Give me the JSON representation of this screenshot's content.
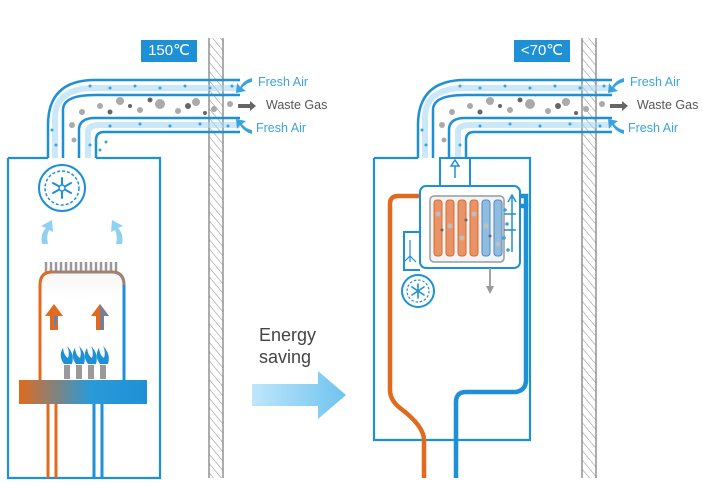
{
  "left_panel": {
    "temperature": "150℃",
    "fresh_air_top": "Fresh Air",
    "waste_gas": "Waste Gas",
    "fresh_air_bottom": "Fresh Air"
  },
  "right_panel": {
    "temperature": "<70℃",
    "fresh_air_top": "Fresh Air",
    "waste_gas": "Waste Gas",
    "fresh_air_bottom": "Fresh Air"
  },
  "middle": {
    "energy_line1": "Energy",
    "energy_line2": "saving"
  },
  "colors": {
    "blue": "#1e90d6",
    "light_blue": "#3aa3de",
    "orange": "#e06a1e",
    "wall_gray": "#8a8a8a",
    "arrow_blue": "#8fd1f3"
  },
  "icons": {
    "fan": "fan-icon",
    "flame": "flame-icon",
    "wall": "wall-hatch",
    "arrow": "arrow-icon"
  }
}
